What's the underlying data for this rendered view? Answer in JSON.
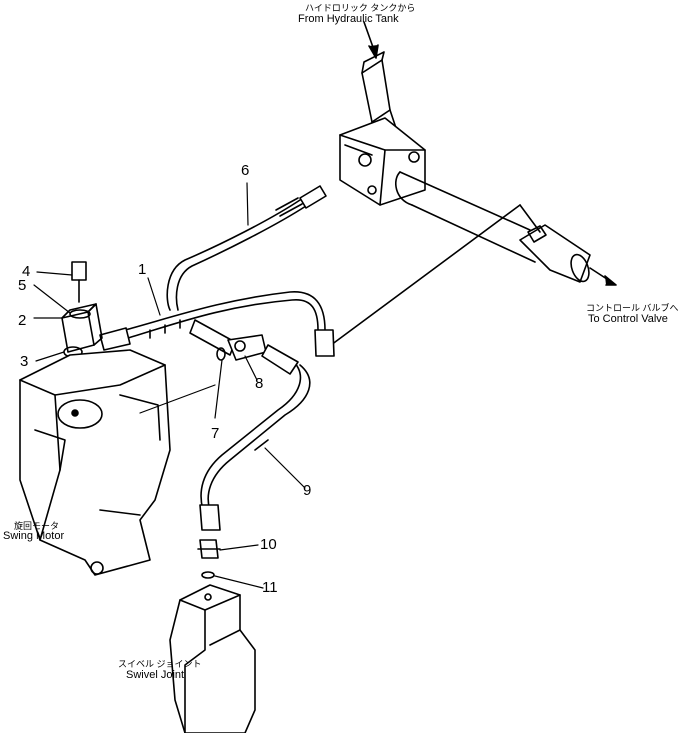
{
  "labels": {
    "from_tank_jp": "ハイドロリック タンクから",
    "from_tank_en": "From Hydraulic Tank",
    "to_valve_jp": "コントロール バルブへ",
    "to_valve_en": "To Control Valve",
    "swing_motor_jp": "旋回モータ",
    "swing_motor_en": "Swing Motor",
    "swivel_joint_jp": "スイベル ジョイント",
    "swivel_joint_en": "Swivel Joint"
  },
  "callouts": [
    "1",
    "2",
    "3",
    "4",
    "5",
    "6",
    "7",
    "8",
    "9",
    "10",
    "11"
  ],
  "colors": {
    "line": "#000000",
    "background": "#ffffff"
  }
}
